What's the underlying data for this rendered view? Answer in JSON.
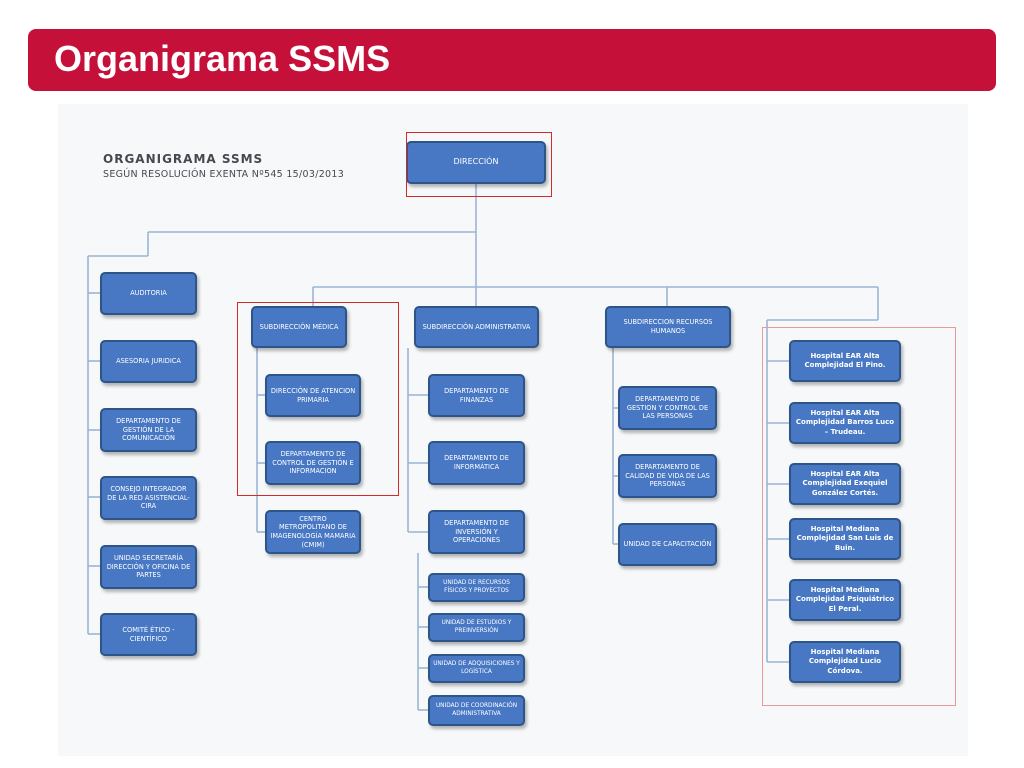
{
  "slide": {
    "title": "Organigrama SSMS"
  },
  "chart_header": {
    "title": "ORGANIGRAMA SSMS",
    "subtitle": "SEGÚN RESOLUCIÓN EXENTA Nº545 15/03/2013"
  },
  "colors": {
    "title_bar": "#c5103a",
    "node_fill": "#4878c4",
    "node_border": "#2e5588",
    "connector": "#9cb4d4",
    "highlight": "#d42a2a"
  },
  "org": {
    "direccion": "DIRECCIÓN",
    "staff": [
      "AUDITORIA",
      "ASESORIA JURIDICA",
      "DEPARTAMENTO DE GESTIÓN DE LA COMUNICACIÓN",
      "CONSEJO INTEGRADOR DE LA RED ASISTENCIAL- CIRA",
      "UNIDAD SECRETARÍA DIRECCIÓN Y OFICINA DE PARTES",
      "COMITÉ ÉTICO - CIENTÍFICO"
    ],
    "medica": {
      "head": "SUBDIRECCIÓN MÉDICA",
      "children": [
        "DIRECCIÓN DE ATENCION PRIMARIA",
        "DEPARTAMENTO DE CONTROL DE GESTIÓN E INFORMACION",
        "CENTRO METROPOLITANO DE IMAGENOLOGÍA MAMARIA (CMIM)"
      ]
    },
    "administrativa": {
      "head": "SUBDIRECCIÓN ADMINISTRATIVA",
      "children": [
        "DEPARTAMENTO DE FINANZAS",
        "DEPARTAMENTO DE INFORMÁTICA",
        "DEPARTAMENTO DE INVERSIÓN Y OPERACIONES"
      ],
      "units": [
        "UNIDAD DE RECURSOS FÍSICOS Y PROYECTOS",
        "UNIDAD DE ESTUDIOS Y PREINVERSIÓN",
        "UNIDAD DE ADQUISICIONES Y LOGÍSTICA",
        "UNIDAD DE COORDINACIÓN ADMINISTRATIVA"
      ]
    },
    "rrhh": {
      "head": "SUBDIRECCION RECURSOS HUMANOS",
      "children": [
        "DEPARTAMENTO DE GESTION Y CONTROL DE LAS PERSONAS",
        "DEPARTAMENTO DE CALIDAD DE VIDA DE LAS PERSONAS",
        "UNIDAD DE CAPACITACIÓN"
      ]
    },
    "hospitals": [
      "Hospital EAR Alta Complejidad El Pino.",
      "Hospital EAR Alta Complejidad Barros Luco – Trudeau.",
      "Hospital EAR Alta Complejidad Exequiel González Cortés.",
      "Hospital Mediana Complejidad San Luis de Buin.",
      "Hospital Mediana Complejidad Psiquiátrico El Peral.",
      "Hospital Mediana Complejidad Lucio Córdova."
    ]
  }
}
